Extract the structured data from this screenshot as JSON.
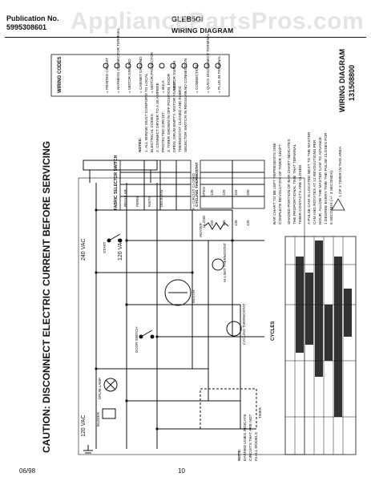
{
  "header": {
    "publication_label": "Publication No.",
    "publication_number": "5995308601",
    "model_family": "GLEB5GI",
    "title": "WIRING DIAGRAM"
  },
  "watermark": "AppliancePartsPros.com",
  "caution": "CAUTION: DISCONNECT ELECTRIC CURRENT BEFORE SERVICING",
  "supply": {
    "v240": "240 VAC",
    "v120_left": "120 VAC",
    "v120_right": "120 VAC"
  },
  "wiring_codes": {
    "title": "WIRING CODES",
    "items": [
      "= PLUG IN TERMINAL",
      "= QUICK DISCONNECT TERMINAL",
      "= CONNECTION",
      "= NO CONNECTION",
      "= MOTOR SWITCH",
      "= BULK",
      "= MOTOR PROTECTOR",
      "= CABINET GROUND",
      "= MOTOR GROUND",
      "= HARNESS CONNECTOR TERMINAL",
      "= PRINTED CIRCUIT"
    ]
  },
  "fabric_switch": {
    "title": "FABRIC SELECTOR SWITCH",
    "rows": [
      "REGULAR",
      "PERM",
      "KNITS",
      "DELICATE"
    ],
    "closed_note": "X = CIRCUIT CLOSED"
  },
  "notes": {
    "title": "NOTES:",
    "lines": [
      "1. ALL WIRING MUST CONFORM TO LOCAL",
      "ELECTRICAL CODES.",
      "2. CONNECT DRYER TO A 30 AMPERE",
      "PROTECTED CIRCUIT.",
      "3. TIMER SHOWN IN OFF POSITION, DOOR",
      "OPEN, DRUM EMPTY, MOTOR AT REST,",
      "THERMOSTAT CLOSED AND FABRIC",
      "SELECTOR SWITCH IN REGULAR."
    ]
  },
  "thermostat_table": {
    "title": "CYCLING THERMOSTAT",
    "cols": [
      "CLOSE",
      "OPEN"
    ],
    "rows": [
      [
        "155",
        "135"
      ],
      [
        "145",
        "125"
      ],
      [
        "130",
        "110"
      ],
      [
        "120",
        "100"
      ]
    ]
  },
  "bar_chart_note": [
    "BAR CHART TO BE LEFT REPRESENTS ONE",
    "COMPLETE REVOLUTION OF TIMER SHAFT."
  ],
  "shaded_note": [
    "SHADED PORTION OF BAR CHART INDICATES",
    "THE PROPORTIONAL TIME THAT TERMINAL",
    "TIMER CONTACTS ARE CLOSED."
  ],
  "pulse_note": [
    "A PULSE CAM IS LOCATED NEXT TO THE MASTER",
    "CAM AND ROTATES AT 12 REVOLUTIONS PER",
    "HOUR. ALLOW THE MASTER CAM TO ADVANCE",
    "1 DEGREE EVERY TIME THE PULSE CLOSES FOR",
    "5 SECONDS (+/- 3 SECONDS)."
  ],
  "timer_ratio": "1 OF 3 TIMER IN THIS AREA",
  "side_title": {
    "line1": "WIRING DIAGRAM",
    "line2": "131508800"
  },
  "components": {
    "motor": "MOTOR",
    "heater": "HEATER",
    "timer": "TIMER",
    "door_switch": "DOOR SWITCH",
    "start_switch": "START",
    "drum_lamp": "DRUM LAMP",
    "buzzer": "BUZZER",
    "hi_limit": "HI-LIMIT THERMOSTAT",
    "cycling": "CYCLING THERMOSTAT"
  },
  "cycles_label": "CYCLES",
  "bottom_note": [
    "NOTE:",
    "DASHED LINES INDICATE",
    "CIRCUITS THAT ARE NOT",
    "IN ALL MODELS"
  ],
  "footer": {
    "date": "06/98",
    "page": "10"
  }
}
